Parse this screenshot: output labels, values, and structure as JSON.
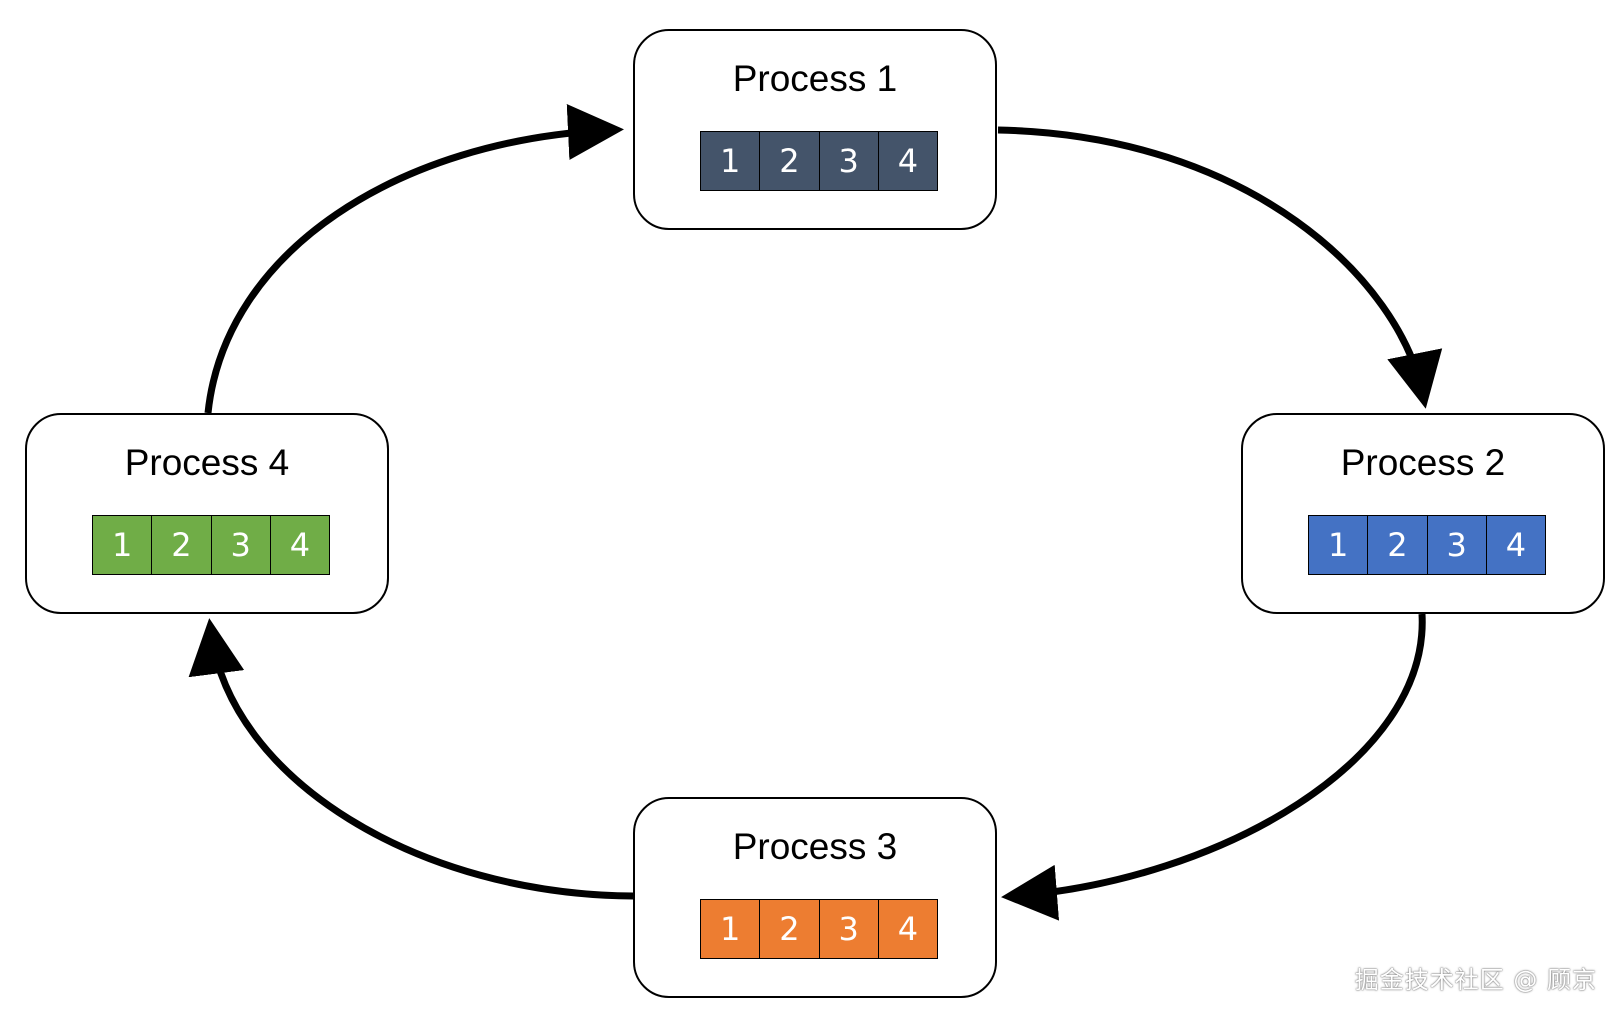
{
  "colors": {
    "process_1": "#44546a",
    "process_2": "#4472c4",
    "process_3": "#ed7d31",
    "process_4": "#70ad47",
    "arrow": "#000000"
  },
  "processes": [
    {
      "title": "Process 1",
      "cells": [
        "1",
        "2",
        "3",
        "4"
      ]
    },
    {
      "title": "Process 2",
      "cells": [
        "1",
        "2",
        "3",
        "4"
      ]
    },
    {
      "title": "Process 3",
      "cells": [
        "1",
        "2",
        "3",
        "4"
      ]
    },
    {
      "title": "Process 4",
      "cells": [
        "1",
        "2",
        "3",
        "4"
      ]
    }
  ],
  "edges": [
    {
      "from": "Process 1",
      "to": "Process 2"
    },
    {
      "from": "Process 2",
      "to": "Process 3"
    },
    {
      "from": "Process 3",
      "to": "Process 4"
    },
    {
      "from": "Process 4",
      "to": "Process 1"
    }
  ],
  "watermark": "掘金技术社区 @ 顾京"
}
